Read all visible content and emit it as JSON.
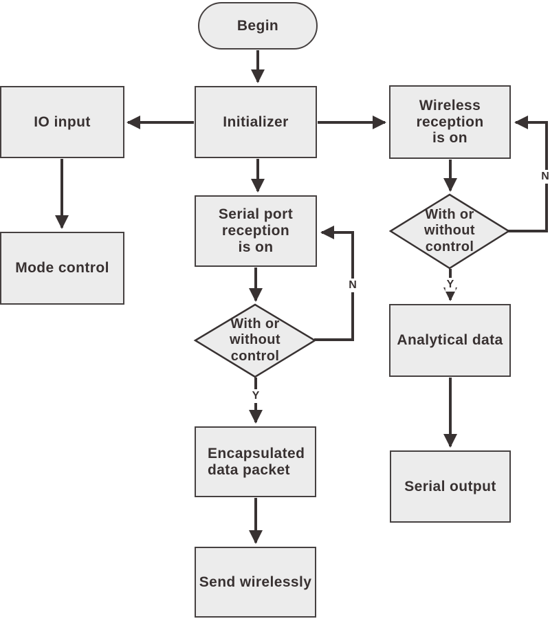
{
  "diagram": {
    "type": "flowchart",
    "nodes": {
      "begin": "Begin",
      "initializer": "Initializer",
      "io_input": "IO input",
      "mode_control": "Mode control",
      "wireless_reception": "Wireless\nreception\nis on",
      "serial_reception": "Serial port\nreception\nis on",
      "decision_serial": "With or\nwithout\ncontrol",
      "decision_wireless": "With or\nwithout\ncontrol",
      "encapsulated": "Encapsulated\ndata packet",
      "send_wirelessly": "Send wirelessly",
      "analytical_data": "Analytical data",
      "serial_output": "Serial output"
    },
    "edge_labels": {
      "serial_no": "N",
      "serial_yes": "Y",
      "wireless_no": "N",
      "wireless_yes": "Y"
    },
    "colors": {
      "background": "#ffffff",
      "node_fill": "#ececec",
      "node_border": "#454040",
      "line": "#383232",
      "text": "#383131"
    }
  }
}
